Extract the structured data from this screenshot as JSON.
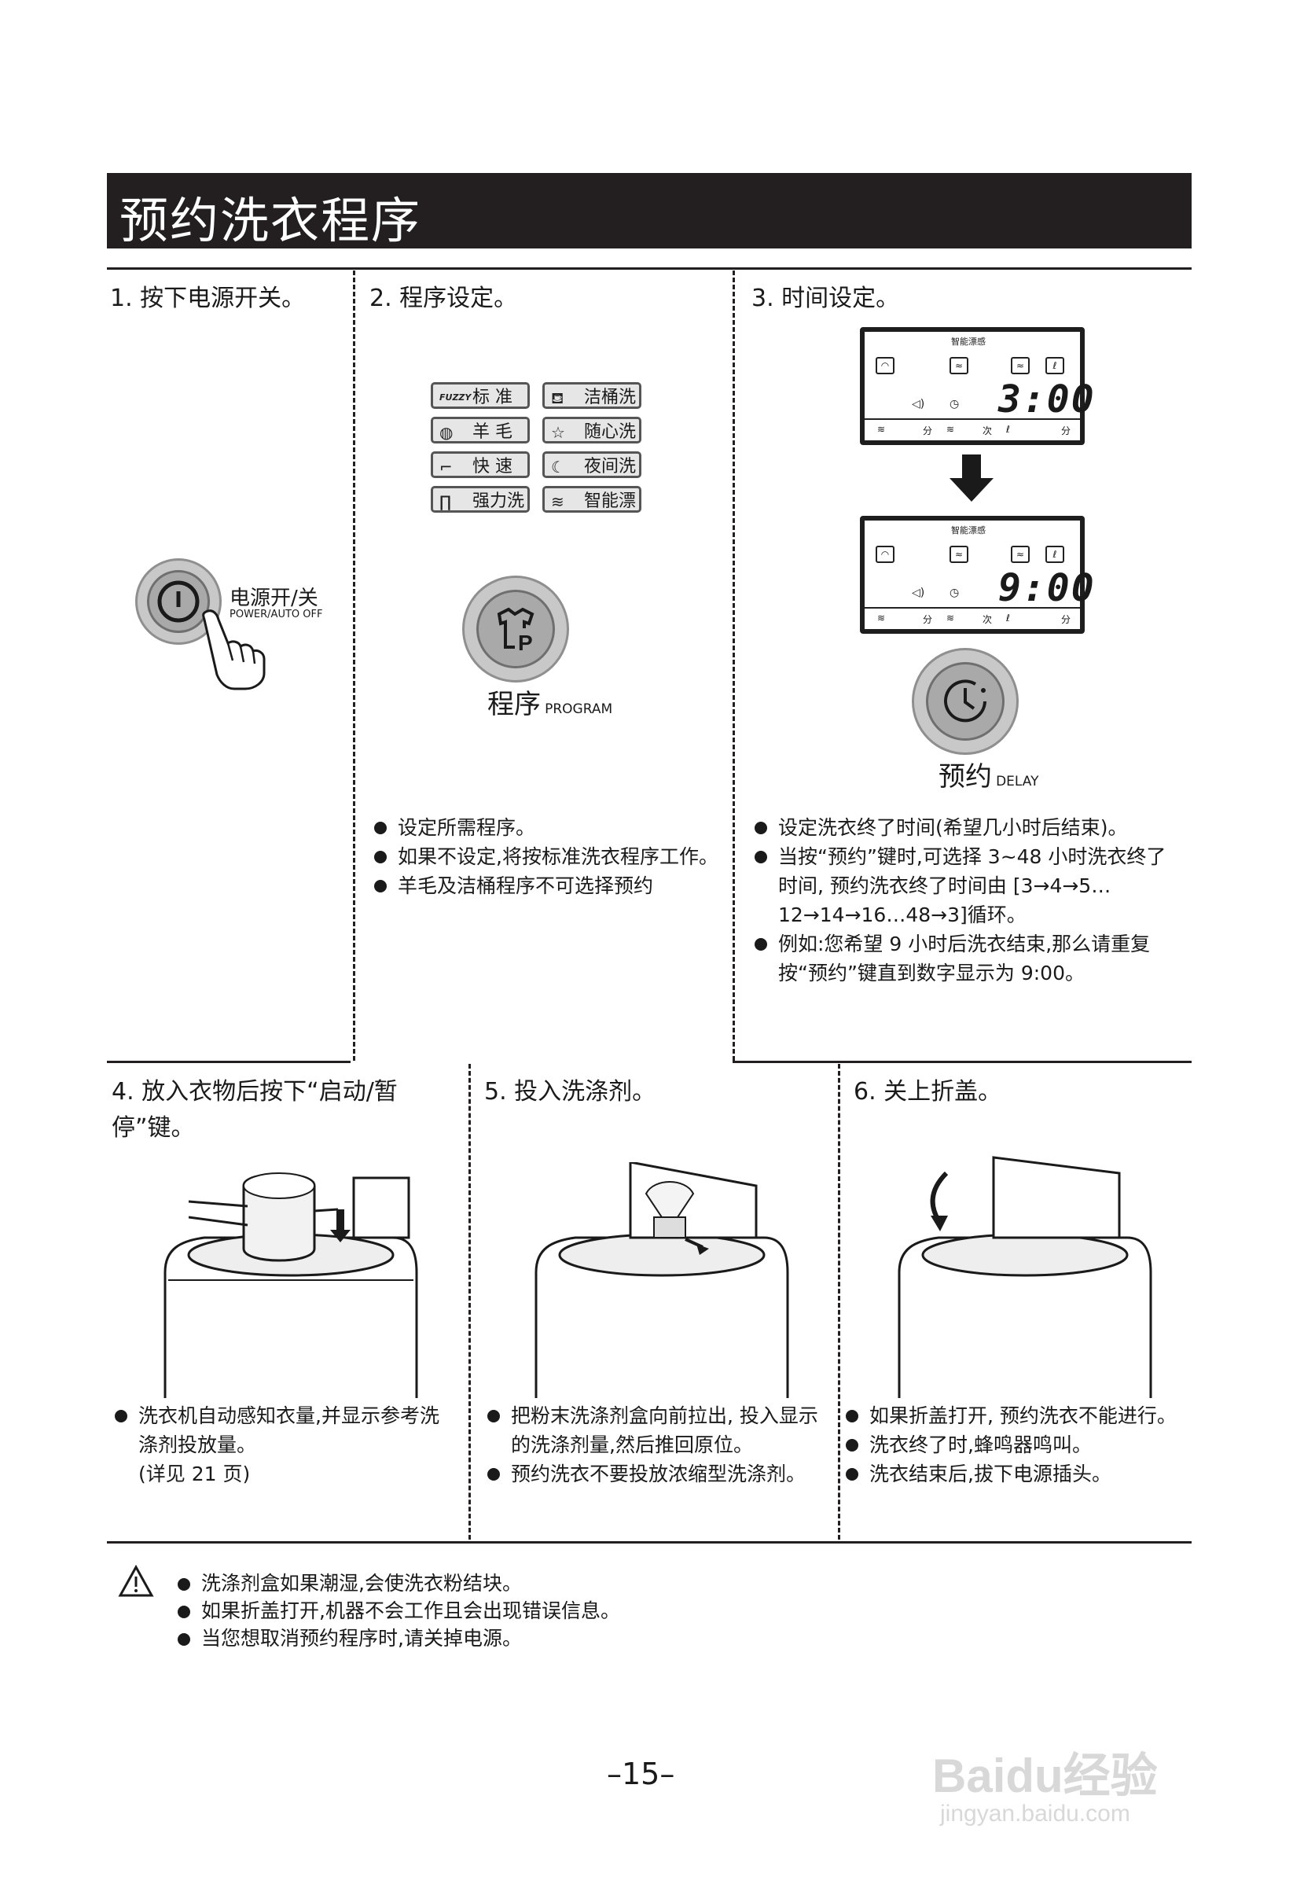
{
  "page_title": "预约洗衣程序",
  "step1": {
    "heading": "1. 按下电源开关。",
    "power_label_cn": "电源开/关",
    "power_label_en": "POWER/AUTO OFF"
  },
  "step2": {
    "heading": "2. 程序设定。",
    "programs": [
      "标  准",
      "洁桶洗",
      "羊  毛",
      "随心洗",
      "快  速",
      "夜间洗",
      "强力洗",
      "智能漂"
    ],
    "fuzzy_tag": "FUZZY",
    "button_cn": "程序",
    "button_en": "PROGRAM",
    "bullets": [
      "设定所需程序。",
      "如果不设定,将按标准洗衣程序工作。",
      "羊毛及洁桶程序不可选择预约"
    ]
  },
  "step3": {
    "heading": "3. 时间设定。",
    "lcd_logo": "智能漂感",
    "lcd1_digits": "3:00",
    "lcd2_digits": "9:00",
    "lcd_unit_min": "分",
    "lcd_unit_times": "次",
    "button_cn": "预约",
    "button_en": "DELAY",
    "bullets": [
      "设定洗衣终了时间(希望几小时后结束)。",
      "当按“预约”键时,可选择 3~48 小时洗衣终了时间, 预约洗衣终了时间由 [3→4→5…12→14→16…48→3]循环。",
      "例如:您希望 9 小时后洗衣结束,那么请重复按“预约”键直到数字显示为 9:00。"
    ]
  },
  "step4": {
    "heading": "4. 放入衣物后按下“启动/暂停”键。",
    "bullets": [
      "洗衣机自动感知衣量,并显示参考洗涤剂投放量。",
      "(详见 21 页)"
    ]
  },
  "step5": {
    "heading": "5. 投入洗涤剂。",
    "bullets": [
      "把粉末洗涤剂盒向前拉出, 投入显示的洗涤剂量,然后推回原位。",
      "预约洗衣不要投放浓缩型洗涤剂。"
    ]
  },
  "step6": {
    "heading": "6. 关上折盖。",
    "bullets": [
      "如果折盖打开, 预约洗衣不能进行。",
      "洗衣终了时,蜂鸣器鸣叫。",
      "洗衣结束后,拔下电源插头。"
    ]
  },
  "warnings": [
    "洗涤剂盒如果潮湿,会使洗衣粉结块。",
    "如果折盖打开,机器不会工作且会出现错误信息。",
    "当您想取消预约程序时,请关掉电源。"
  ],
  "page_number": "–15–",
  "watermark": "Baidu经验",
  "watermark_url": "jingyan.baidu.com",
  "colors": {
    "title_bg": "#231f20",
    "button_gray": "#a9a9a9"
  }
}
